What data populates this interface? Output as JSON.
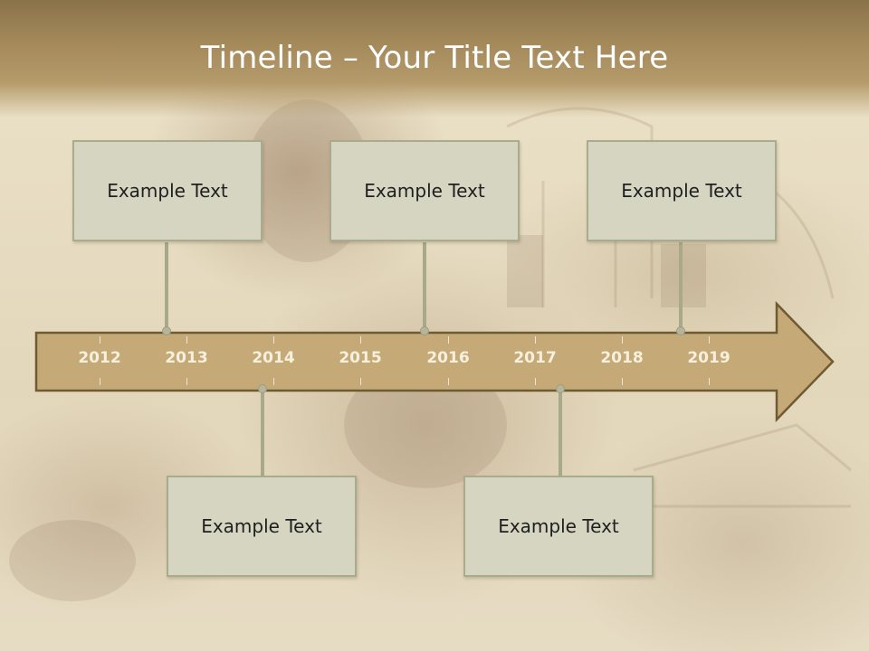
{
  "slide": {
    "title": "Timeline – Your Title Text Here"
  },
  "timeline": {
    "years": [
      "2012",
      "2013",
      "2014",
      "2015",
      "2016",
      "2017",
      "2018",
      "2019"
    ]
  },
  "events": {
    "top": [
      {
        "label": "Example Text"
      },
      {
        "label": "Example Text"
      },
      {
        "label": "Example Text"
      }
    ],
    "bottom": [
      {
        "label": "Example Text"
      },
      {
        "label": "Example Text"
      }
    ]
  },
  "colors": {
    "header": "#a3885a",
    "arrow_fill": "#c5aa78",
    "arrow_border": "#6e5a33",
    "box_fill": "#d6d5c2",
    "box_border": "#a9ab8d"
  }
}
